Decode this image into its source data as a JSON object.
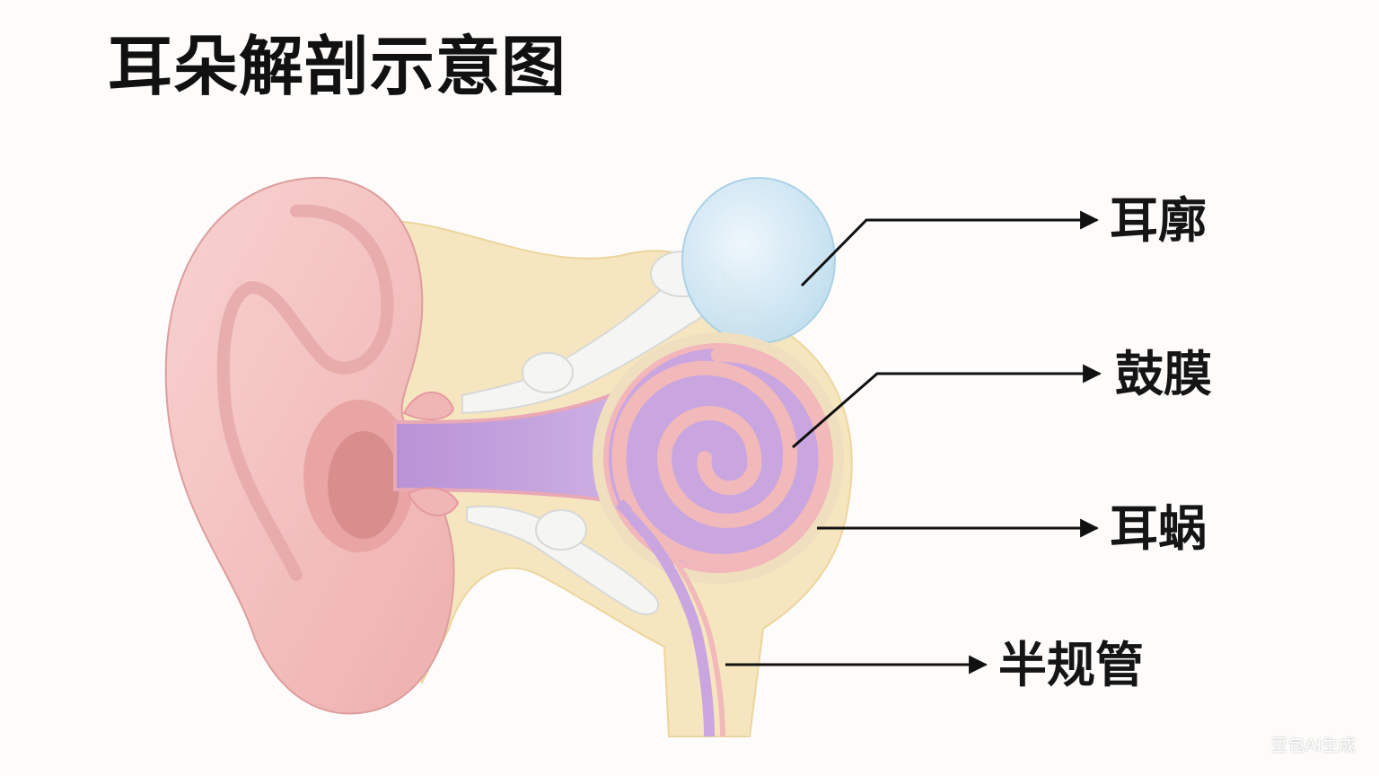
{
  "title": "耳朵解剖示意图",
  "labels": [
    {
      "key": "pinna",
      "text": "耳廓"
    },
    {
      "key": "eardrum",
      "text": "鼓膜"
    },
    {
      "key": "cochlea",
      "text": "耳蜗"
    },
    {
      "key": "semicircular",
      "text": "半规管"
    }
  ],
  "watermark": "豆包AI生成",
  "colors": {
    "skin": "#f4c3c1",
    "skin_dark": "#e3a1a0",
    "tissue": "#f6e6bf",
    "bone": "#f4f4f2",
    "cochlea_purple": "#c8a6dc",
    "cochlea_pink": "#f2b9bb",
    "membrane_blue": "#d8ecf6",
    "leader_line": "#111111"
  }
}
